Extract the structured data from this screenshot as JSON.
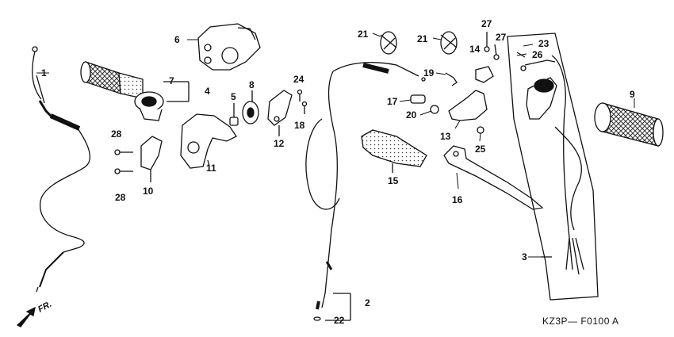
{
  "diagram": {
    "code": "KZ3P— F0100 A",
    "direction": "FR.",
    "callouts": [
      {
        "id": "c1",
        "text": "1"
      },
      {
        "id": "c2",
        "text": "2"
      },
      {
        "id": "c3",
        "text": "3"
      },
      {
        "id": "c4",
        "text": "4"
      },
      {
        "id": "c5",
        "text": "5"
      },
      {
        "id": "c6",
        "text": "6"
      },
      {
        "id": "c7",
        "text": "7"
      },
      {
        "id": "c8",
        "text": "8"
      },
      {
        "id": "c9",
        "text": "9"
      },
      {
        "id": "c10",
        "text": "10"
      },
      {
        "id": "c11",
        "text": "11"
      },
      {
        "id": "c12",
        "text": "12"
      },
      {
        "id": "c13",
        "text": "13"
      },
      {
        "id": "c15",
        "text": "15"
      },
      {
        "id": "c16",
        "text": "16"
      },
      {
        "id": "c17",
        "text": "17"
      },
      {
        "id": "c18",
        "text": "18"
      },
      {
        "id": "c19",
        "text": "19"
      },
      {
        "id": "c20",
        "text": "20"
      },
      {
        "id": "c21a",
        "text": "21"
      },
      {
        "id": "c21b",
        "text": "21"
      },
      {
        "id": "c22",
        "text": "22"
      },
      {
        "id": "c23",
        "text": "23"
      },
      {
        "id": "c24",
        "text": "24"
      },
      {
        "id": "c25",
        "text": "25"
      },
      {
        "id": "c26",
        "text": "26"
      },
      {
        "id": "c27a",
        "text": "27"
      },
      {
        "id": "c27b",
        "text": "27"
      },
      {
        "id": "c28a",
        "text": "28"
      },
      {
        "id": "c28b",
        "text": "28"
      },
      {
        "id": "c14",
        "text": "14"
      }
    ]
  }
}
